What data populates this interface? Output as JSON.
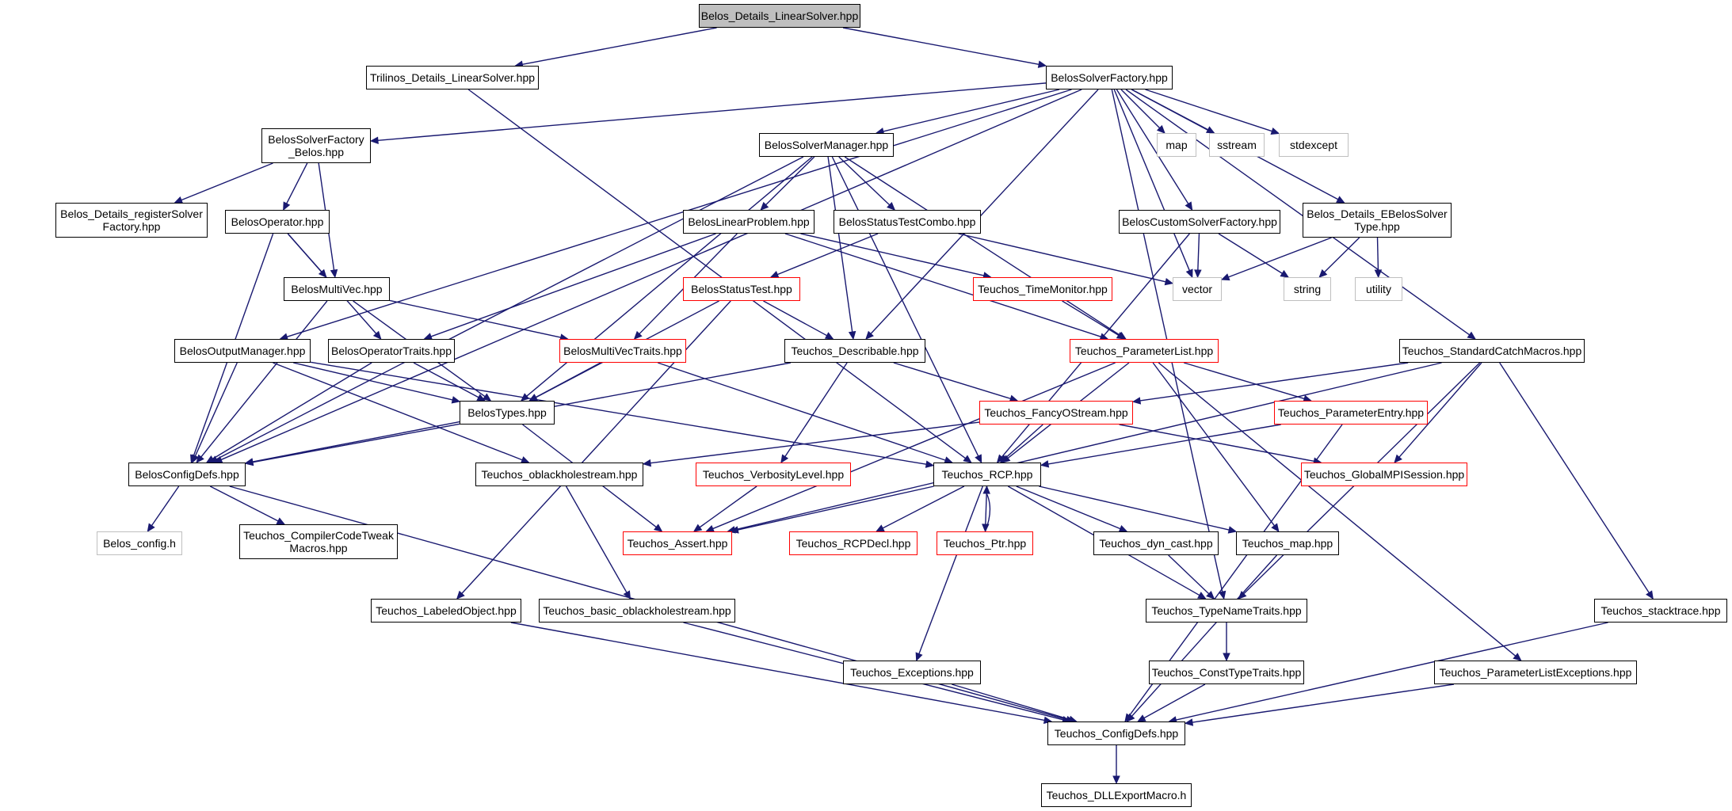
{
  "nodes": {
    "belos_details_linearsolver": {
      "label": "Belos_Details_LinearSolver.hpp",
      "style": "root"
    },
    "trilinos_details_linearsolver": {
      "label": "Trilinos_Details_LinearSolver.hpp",
      "style": "normal"
    },
    "belossolverfactory": {
      "label": "BelosSolverFactory.hpp",
      "style": "normal"
    },
    "belossolverfactory_belos": {
      "label": "BelosSolverFactory\n_Belos.hpp",
      "style": "normal"
    },
    "belossolvermanager": {
      "label": "BelosSolverManager.hpp",
      "style": "normal"
    },
    "map": {
      "label": "map",
      "style": "external"
    },
    "sstream": {
      "label": "sstream",
      "style": "external"
    },
    "stdexcept": {
      "label": "stdexcept",
      "style": "external"
    },
    "belos_details_registersolverfactory": {
      "label": "Belos_Details_registerSolver\nFactory.hpp",
      "style": "normal"
    },
    "belosoperator": {
      "label": "BelosOperator.hpp",
      "style": "normal"
    },
    "beloslinearproblem": {
      "label": "BelosLinearProblem.hpp",
      "style": "normal"
    },
    "belosstatustestcombo": {
      "label": "BelosStatusTestCombo.hpp",
      "style": "normal"
    },
    "beloscustomsolverfactory": {
      "label": "BelosCustomSolverFactory.hpp",
      "style": "normal"
    },
    "belos_details_ebelossolvertype": {
      "label": "Belos_Details_EBelosSolver\nType.hpp",
      "style": "normal"
    },
    "belosmultivec": {
      "label": "BelosMultiVec.hpp",
      "style": "normal"
    },
    "belosstatustest": {
      "label": "BelosStatusTest.hpp",
      "style": "red"
    },
    "teuchos_timemonitor": {
      "label": "Teuchos_TimeMonitor.hpp",
      "style": "red"
    },
    "vector": {
      "label": "vector",
      "style": "external"
    },
    "string": {
      "label": "string",
      "style": "external"
    },
    "utility": {
      "label": "utility",
      "style": "external"
    },
    "belosoutputmanager": {
      "label": "BelosOutputManager.hpp",
      "style": "normal"
    },
    "belosoperatortraits": {
      "label": "BelosOperatorTraits.hpp",
      "style": "normal"
    },
    "belosmultivectraits": {
      "label": "BelosMultiVecTraits.hpp",
      "style": "red"
    },
    "teuchos_describable": {
      "label": "Teuchos_Describable.hpp",
      "style": "normal"
    },
    "teuchos_parameterlist": {
      "label": "Teuchos_ParameterList.hpp",
      "style": "red"
    },
    "teuchos_standardcatchmacros": {
      "label": "Teuchos_StandardCatchMacros.hpp",
      "style": "normal"
    },
    "belostypes": {
      "label": "BelosTypes.hpp",
      "style": "normal"
    },
    "teuchos_fancyostream": {
      "label": "Teuchos_FancyOStream.hpp",
      "style": "red"
    },
    "teuchos_parameterentry": {
      "label": "Teuchos_ParameterEntry.hpp",
      "style": "red"
    },
    "belosconfigdefs": {
      "label": "BelosConfigDefs.hpp",
      "style": "normal"
    },
    "teuchos_oblackholestream": {
      "label": "Teuchos_oblackholestream.hpp",
      "style": "normal"
    },
    "teuchos_verbositylevel": {
      "label": "Teuchos_VerbosityLevel.hpp",
      "style": "red"
    },
    "teuchos_rcp": {
      "label": "Teuchos_RCP.hpp",
      "style": "normal"
    },
    "teuchos_globalmpisession": {
      "label": "Teuchos_GlobalMPISession.hpp",
      "style": "red"
    },
    "belos_config": {
      "label": "Belos_config.h",
      "style": "external"
    },
    "teuchos_compilercodetweakmacros": {
      "label": "Teuchos_CompilerCodeTweak\nMacros.hpp",
      "style": "normal"
    },
    "teuchos_assert": {
      "label": "Teuchos_Assert.hpp",
      "style": "red"
    },
    "teuchos_rcpdecl": {
      "label": "Teuchos_RCPDecl.hpp",
      "style": "red"
    },
    "teuchos_ptr": {
      "label": "Teuchos_Ptr.hpp",
      "style": "red"
    },
    "teuchos_dyn_cast": {
      "label": "Teuchos_dyn_cast.hpp",
      "style": "normal"
    },
    "teuchos_map": {
      "label": "Teuchos_map.hpp",
      "style": "normal"
    },
    "teuchos_labeledobject": {
      "label": "Teuchos_LabeledObject.hpp",
      "style": "normal"
    },
    "teuchos_basic_oblackholestream": {
      "label": "Teuchos_basic_oblackholestream.hpp",
      "style": "normal"
    },
    "teuchos_typenametraits": {
      "label": "Teuchos_TypeNameTraits.hpp",
      "style": "normal"
    },
    "teuchos_stacktrace": {
      "label": "Teuchos_stacktrace.hpp",
      "style": "normal"
    },
    "teuchos_exceptions": {
      "label": "Teuchos_Exceptions.hpp",
      "style": "normal"
    },
    "teuchos_consttypetraits": {
      "label": "Teuchos_ConstTypeTraits.hpp",
      "style": "normal"
    },
    "teuchos_parameterlistexceptions": {
      "label": "Teuchos_ParameterListExceptions.hpp",
      "style": "normal"
    },
    "teuchos_configdefs": {
      "label": "Teuchos_ConfigDefs.hpp",
      "style": "normal"
    },
    "teuchos_dllexportmacro": {
      "label": "Teuchos_DLLExportMacro.h",
      "style": "normal"
    }
  },
  "edges": [
    [
      "belos_details_linearsolver",
      "trilinos_details_linearsolver"
    ],
    [
      "belos_details_linearsolver",
      "belossolverfactory"
    ],
    [
      "trilinos_details_linearsolver",
      "teuchos_rcp"
    ],
    [
      "belossolverfactory",
      "belossolverfactory_belos"
    ],
    [
      "belossolverfactory",
      "belossolvermanager"
    ],
    [
      "belossolverfactory",
      "map"
    ],
    [
      "belossolverfactory",
      "sstream"
    ],
    [
      "belossolverfactory",
      "stdexcept"
    ],
    [
      "belossolverfactory",
      "beloscustomsolverfactory"
    ],
    [
      "belossolverfactory",
      "belos_details_ebelossolvertype"
    ],
    [
      "belossolverfactory",
      "vector"
    ],
    [
      "belossolverfactory",
      "teuchos_standardcatchmacros"
    ],
    [
      "belossolverfactory",
      "teuchos_typenametraits"
    ],
    [
      "belossolverfactory",
      "belosconfigdefs"
    ],
    [
      "belossolverfactory",
      "belosoutputmanager"
    ],
    [
      "belossolverfactory",
      "teuchos_describable"
    ],
    [
      "belossolverfactory_belos",
      "belos_details_registersolverfactory"
    ],
    [
      "belossolverfactory_belos",
      "belosoperator"
    ],
    [
      "belossolverfactory_belos",
      "belosmultivec"
    ],
    [
      "belossolvermanager",
      "beloslinearproblem"
    ],
    [
      "belossolvermanager",
      "belosstatustestcombo"
    ],
    [
      "belossolvermanager",
      "teuchos_parameterlist"
    ],
    [
      "belossolvermanager",
      "teuchos_rcp"
    ],
    [
      "belossolvermanager",
      "belostypes"
    ],
    [
      "belossolvermanager",
      "teuchos_describable"
    ],
    [
      "belossolvermanager",
      "belosconfigdefs"
    ],
    [
      "belosoperator",
      "belosmultivec"
    ],
    [
      "belosoperator",
      "belosoperatortraits"
    ],
    [
      "belosoperator",
      "belosconfigdefs"
    ],
    [
      "beloslinearproblem",
      "belosmultivectraits"
    ],
    [
      "beloslinearproblem",
      "belosoperatortraits"
    ],
    [
      "beloslinearproblem",
      "teuchos_parameterlist"
    ],
    [
      "beloslinearproblem",
      "teuchos_timemonitor"
    ],
    [
      "belosstatustestcombo",
      "belosstatustest"
    ],
    [
      "belosstatustestcombo",
      "vector"
    ],
    [
      "beloscustomsolverfactory",
      "vector"
    ],
    [
      "beloscustomsolverfactory",
      "string"
    ],
    [
      "beloscustomsolverfactory",
      "teuchos_rcp"
    ],
    [
      "belos_details_ebelossolvertype",
      "vector"
    ],
    [
      "belos_details_ebelossolvertype",
      "string"
    ],
    [
      "belos_details_ebelossolvertype",
      "utility"
    ],
    [
      "belosmultivec",
      "belosmultivectraits"
    ],
    [
      "belosmultivec",
      "belostypes"
    ],
    [
      "belosmultivec",
      "belosconfigdefs"
    ],
    [
      "belosstatustest",
      "teuchos_describable"
    ],
    [
      "belosstatustest",
      "belostypes"
    ],
    [
      "belosstatustest",
      "teuchos_labeledobject"
    ],
    [
      "teuchos_timemonitor",
      "teuchos_parameterlist"
    ],
    [
      "belosoutputmanager",
      "belostypes"
    ],
    [
      "belosoutputmanager",
      "belosconfigdefs"
    ],
    [
      "belosoutputmanager",
      "teuchos_oblackholestream"
    ],
    [
      "belosoutputmanager",
      "teuchos_rcp"
    ],
    [
      "belosoperatortraits",
      "belostypes"
    ],
    [
      "belosoperatortraits",
      "belosconfigdefs"
    ],
    [
      "belosmultivectraits",
      "belostypes"
    ],
    [
      "belosmultivectraits",
      "teuchos_rcp"
    ],
    [
      "teuchos_describable",
      "teuchos_fancyostream"
    ],
    [
      "teuchos_describable",
      "teuchos_verbositylevel"
    ],
    [
      "teuchos_describable",
      "belosconfigdefs"
    ],
    [
      "teuchos_parameterlist",
      "teuchos_parameterentry"
    ],
    [
      "teuchos_parameterlist",
      "teuchos_rcp"
    ],
    [
      "teuchos_parameterlist",
      "teuchos_map"
    ],
    [
      "teuchos_parameterlist",
      "teuchos_assert"
    ],
    [
      "teuchos_parameterlist",
      "teuchos_parameterlistexceptions"
    ],
    [
      "teuchos_standardcatchmacros",
      "teuchos_fancyostream"
    ],
    [
      "teuchos_standardcatchmacros",
      "teuchos_globalmpisession"
    ],
    [
      "teuchos_standardcatchmacros",
      "teuchos_assert"
    ],
    [
      "teuchos_standardcatchmacros",
      "teuchos_typenametraits"
    ],
    [
      "teuchos_standardcatchmacros",
      "teuchos_stacktrace"
    ],
    [
      "belostypes",
      "belosconfigdefs"
    ],
    [
      "belostypes",
      "teuchos_assert"
    ],
    [
      "teuchos_fancyostream",
      "teuchos_rcp"
    ],
    [
      "teuchos_fancyostream",
      "teuchos_globalmpisession"
    ],
    [
      "teuchos_fancyostream",
      "teuchos_oblackholestream"
    ],
    [
      "teuchos_parameterentry",
      "teuchos_rcp"
    ],
    [
      "teuchos_parameterentry",
      "teuchos_configdefs"
    ],
    [
      "belosconfigdefs",
      "belos_config"
    ],
    [
      "belosconfigdefs",
      "teuchos_compilercodetweakmacros"
    ],
    [
      "belosconfigdefs",
      "teuchos_configdefs"
    ],
    [
      "teuchos_oblackholestream",
      "teuchos_basic_oblackholestream"
    ],
    [
      "teuchos_verbositylevel",
      "teuchos_assert"
    ],
    [
      "teuchos_rcp",
      "teuchos_assert"
    ],
    [
      "teuchos_rcp",
      "teuchos_rcpdecl"
    ],
    [
      "teuchos_rcp",
      "teuchos_ptr"
    ],
    [
      "teuchos_rcp",
      "teuchos_dyn_cast"
    ],
    [
      "teuchos_rcp",
      "teuchos_map"
    ],
    [
      "teuchos_rcp",
      "teuchos_typenametraits"
    ],
    [
      "teuchos_rcp",
      "teuchos_exceptions"
    ],
    [
      "teuchos_ptr",
      "teuchos_rcp"
    ],
    [
      "teuchos_dyn_cast",
      "teuchos_typenametraits"
    ],
    [
      "teuchos_map",
      "teuchos_configdefs"
    ],
    [
      "teuchos_labeledobject",
      "teuchos_configdefs"
    ],
    [
      "teuchos_basic_oblackholestream",
      "teuchos_configdefs"
    ],
    [
      "teuchos_typenametraits",
      "teuchos_consttypetraits"
    ],
    [
      "teuchos_stacktrace",
      "teuchos_configdefs"
    ],
    [
      "teuchos_exceptions",
      "teuchos_configdefs"
    ],
    [
      "teuchos_consttypetraits",
      "teuchos_configdefs"
    ],
    [
      "teuchos_parameterlistexceptions",
      "teuchos_configdefs"
    ],
    [
      "teuchos_configdefs",
      "teuchos_dllexportmacro"
    ]
  ],
  "colors": {
    "edge": "#191970",
    "normal_border": "#000000",
    "highlight_border": "#ff0000",
    "external_border": "#bfbfbf",
    "root_fill": "#bfbfbf"
  }
}
